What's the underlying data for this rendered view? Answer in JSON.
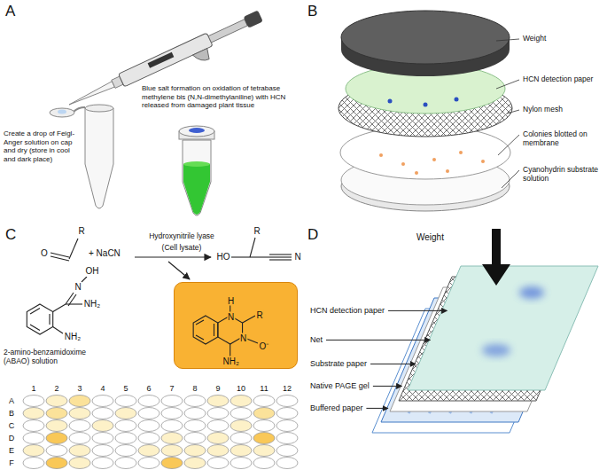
{
  "diagram": {
    "nodes": [
      {
        "text": [
          "H",
          "N",
          "R",
          "N",
          "O⁻",
          "NH₂"
        ]
      }
    ],
    "labels": [
      "A",
      "Create a drop of Feigl-Anger solution on cap and dry (store in cool and dark place)",
      "Blue salt formation on oxidation of tetrabase methylene bis (N,N-dimethylaniline) with HCN released from damaged plant tissue",
      "B",
      "Weight",
      "HCN detection paper",
      "Nylon mesh",
      "Colonies blotted on membrane",
      "Cyanohydrin substrate solution",
      "C",
      "R",
      "O",
      "+ NaCN",
      "Hydroxynitrile lyase",
      "(Cell lysate)",
      "R",
      "HO",
      "N",
      "OH",
      "N",
      "NH₂",
      "NH₂",
      "2-amino-benzamidoxime (ABAO) solution",
      "1",
      "2",
      "3",
      "4",
      "5",
      "6",
      "7",
      "8",
      "9",
      "10",
      "11",
      "12",
      "A",
      "B",
      "C",
      "D",
      "E",
      "F",
      "D",
      "Weight",
      "HCN detection paper",
      "Net",
      "Substrate paper",
      "Native PAGE gel",
      "Buffered paper"
    ]
  }
}
